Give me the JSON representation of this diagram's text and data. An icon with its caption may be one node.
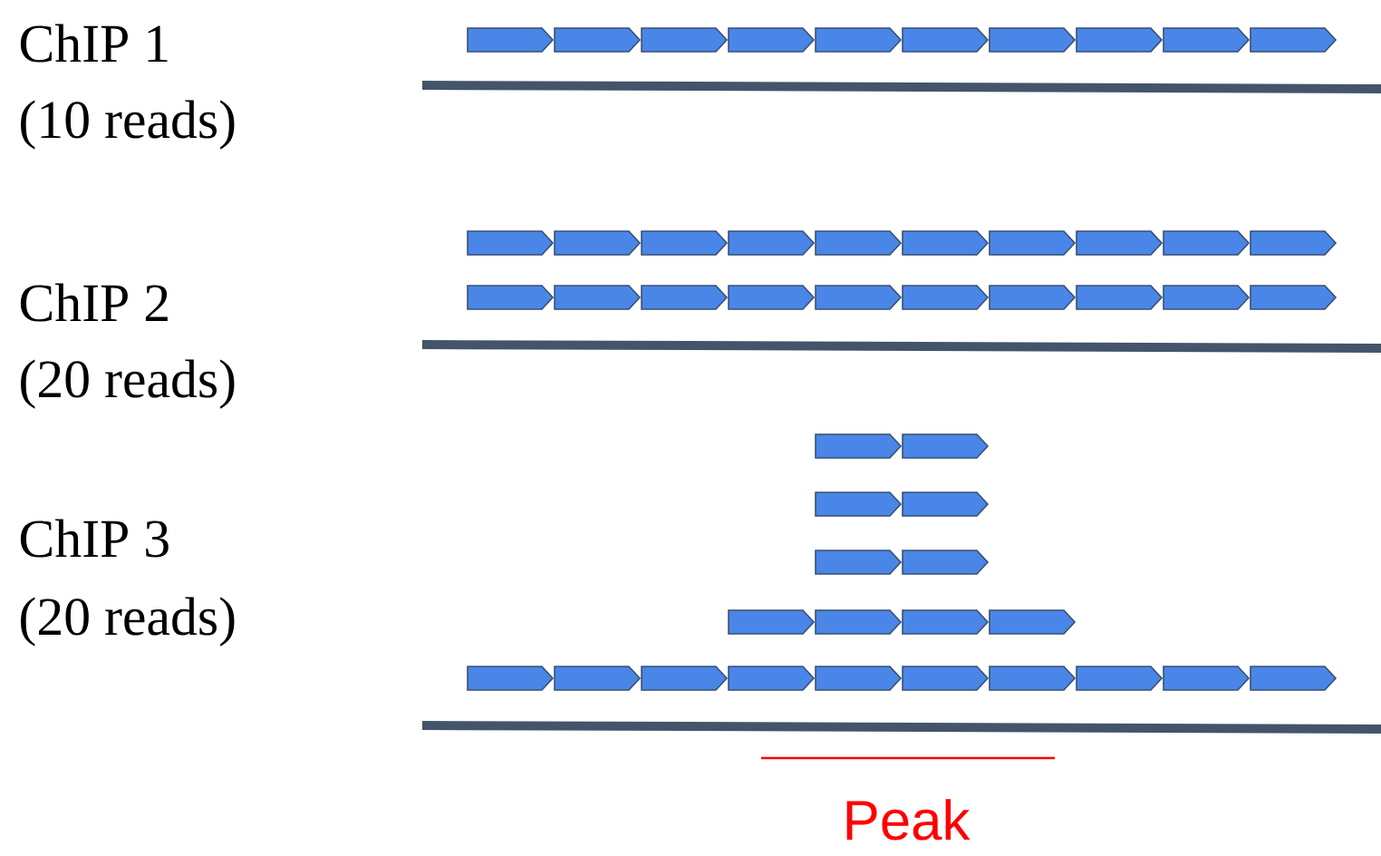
{
  "diagram": {
    "labels": [
      "ChIP 1",
      "(10 reads)",
      "ChIP 2",
      "(20 reads)",
      "ChIP 3",
      "(20 reads)",
      "Peak"
    ]
  }
}
